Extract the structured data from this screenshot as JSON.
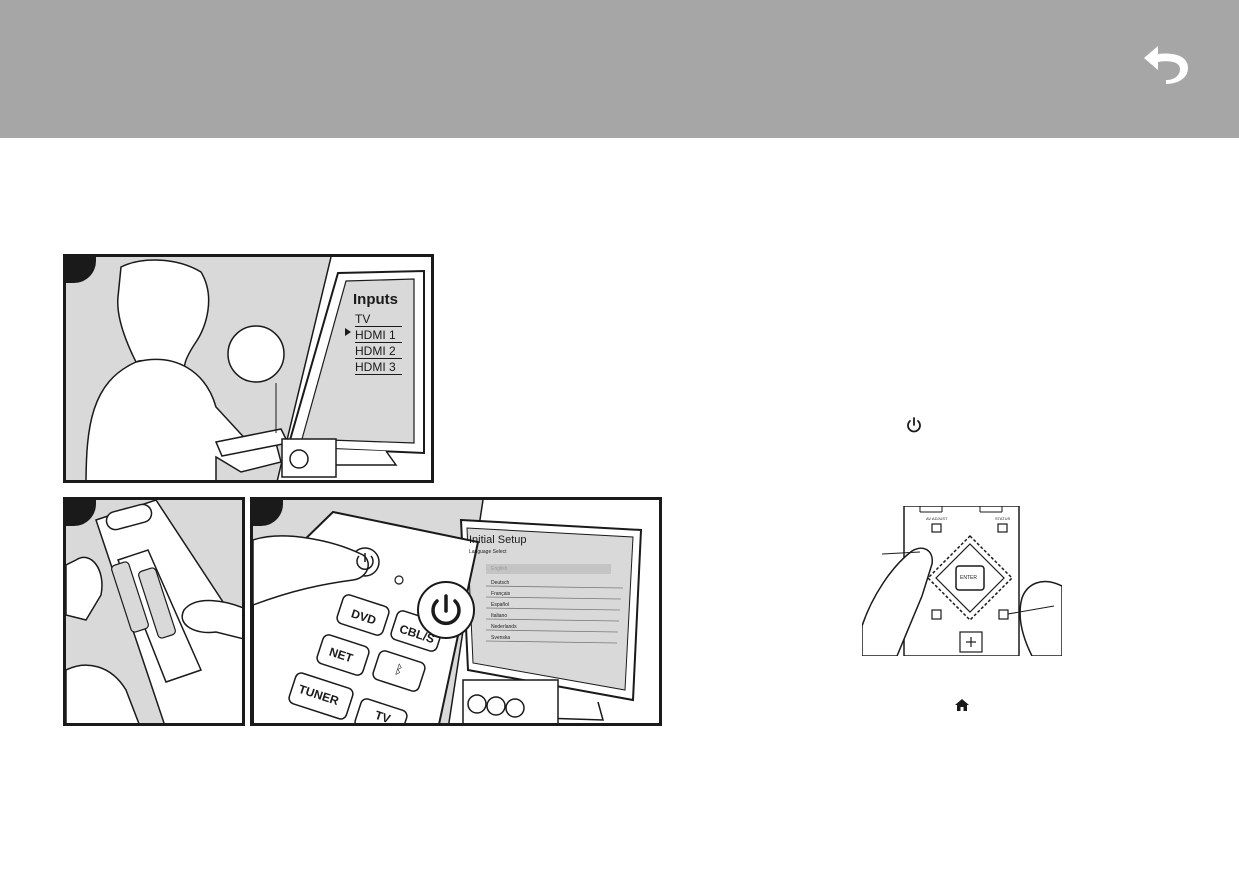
{
  "nav": {
    "back_icon": "return-arrow-icon"
  },
  "figure_tv": {
    "menu_title": "Inputs",
    "menu_items": [
      "TV",
      "HDMI 1",
      "HDMI 2",
      "HDMI 3"
    ],
    "selected_index": 1
  },
  "figure_setup": {
    "screen_title": "Initial Setup",
    "screen_subtitle": "Language Select",
    "languages": [
      "English",
      "Deutsch",
      "Français",
      "Español",
      "Italiano",
      "Nederlands",
      "Svenska"
    ],
    "remote_buttons": [
      "DVD",
      "CBL/S",
      "NET",
      "TUNER",
      "TV"
    ]
  },
  "remote_figure": {
    "labels": {
      "av_adjust": "AV ADJUST",
      "status": "STATUS",
      "enter": "ENTER"
    }
  },
  "icons": {
    "power": "power-icon",
    "back": "back-return-icon",
    "home": "home-icon",
    "bluetooth": "bluetooth-icon"
  },
  "colors": {
    "header_bg": "#a6a6a6",
    "panel_shade": "#d9d9d9",
    "outline": "#1a1a1a"
  }
}
